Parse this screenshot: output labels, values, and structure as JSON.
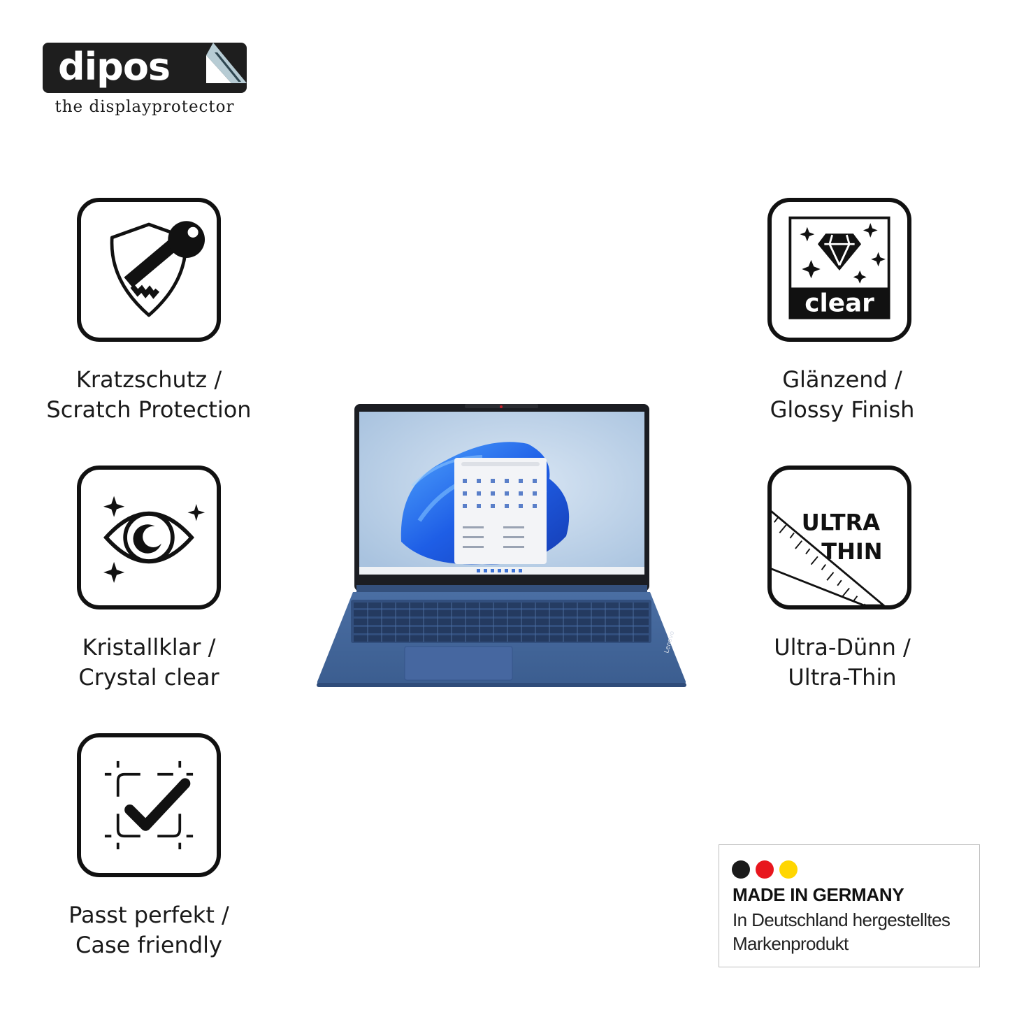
{
  "brand": {
    "name": "dipos",
    "tagline": "the displayprotector"
  },
  "features": [
    {
      "icon": "shield-key-icon",
      "line1": "Kratzschutz /",
      "line2": "Scratch Protection"
    },
    {
      "icon": "eye-sparkle-icon",
      "line1": "Kristallklar /",
      "line2": "Crystal clear"
    },
    {
      "icon": "frame-check-icon",
      "line1": "Passt perfekt /",
      "line2": "Case friendly"
    },
    {
      "icon": "diamond-clear-icon",
      "badge": "clear",
      "line1": "Glänzend /",
      "line2": "Glossy Finish"
    },
    {
      "icon": "ruler-ultra-thin-icon",
      "badge1": "ULTRA",
      "badge2": "THIN",
      "line1": "Ultra-Dünn /",
      "line2": "Ultra-Thin"
    }
  ],
  "product": {
    "laptop_label": "Lenovo"
  },
  "made_in": {
    "title": "MADE IN GERMANY",
    "line1": "In Deutschland hergestelltes",
    "line2": "Markenprodukt",
    "flag_colors": [
      "#1a1a1a",
      "#e8161d",
      "#ffd600"
    ]
  },
  "colors": {
    "dark": "#1e1e1e",
    "laptop_blue": "#3e5f91",
    "screen_blue": "#2a6ee0"
  }
}
